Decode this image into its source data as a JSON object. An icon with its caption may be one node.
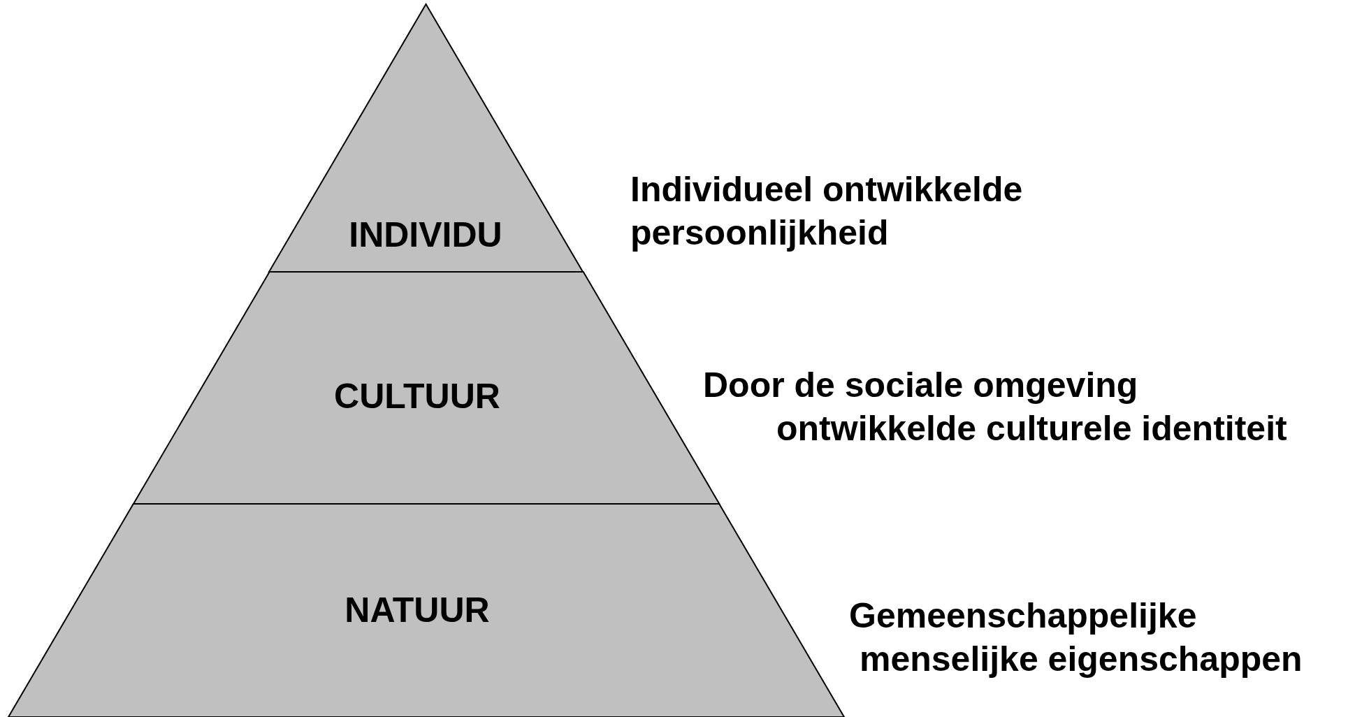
{
  "diagram": {
    "nodes": [
      {
        "text": [
          "INDIVIDU"
        ]
      },
      {
        "text": [
          "CULTUUR"
        ]
      },
      {
        "text": [
          "NATUUR"
        ]
      }
    ],
    "labels": [
      "Individueel ontwikkelde persoonlijkheid",
      "Door de sociale omgeving ontwikkelde culturele identiteit",
      "Gemeenschappelijke menselijke eigenschappen"
    ]
  }
}
